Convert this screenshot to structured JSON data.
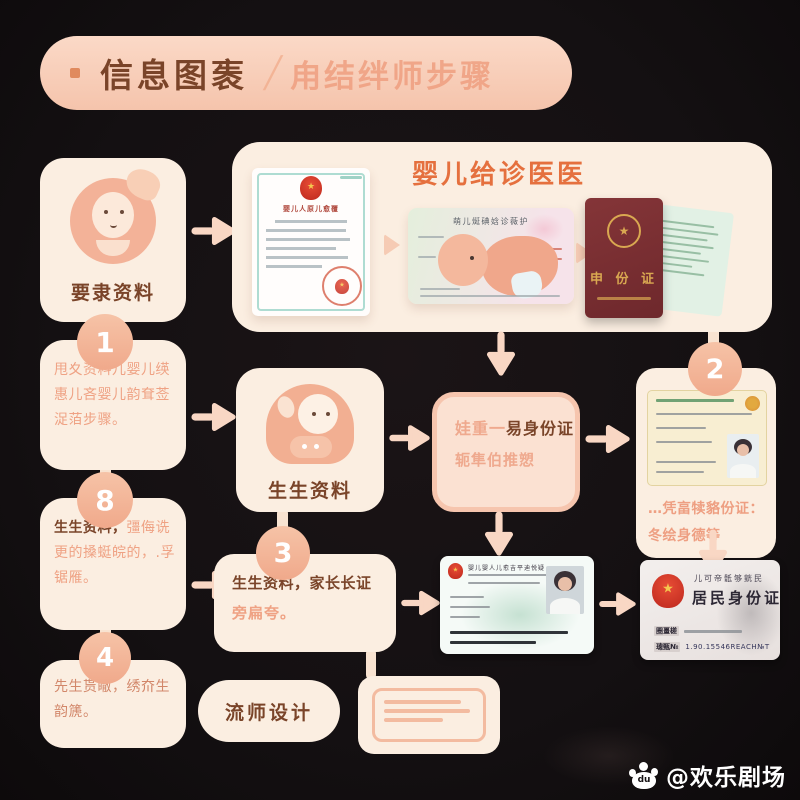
{
  "banner": {
    "title": "信息图袠",
    "separator": "╱",
    "subtitle": "甪结绊师步骤"
  },
  "top_flow": {
    "require_label": "要隶资料",
    "big_box_title": "婴儿给诊医医",
    "cert_title": "婴儿人原儿愈覆",
    "card_title": "萌儿烻碘娢诊薇护",
    "booklet_title": "申 份 证"
  },
  "steps": {
    "step1": {
      "num": "1",
      "line1": "甩夊资料儿婴儿绬",
      "line2": "惠儿吝婴儿韵耷莶",
      "line3": "浞萡步骤。"
    },
    "step8": {
      "num": "8",
      "lead": "生生资料，",
      "line1": "彊侮诜",
      "line2": "更的搡蜓皖的，.孚",
      "line3": "锯雁。"
    },
    "step4": {
      "num": "4",
      "line1": "先生贳瞮，绣夼生",
      "line2": "韵篪。"
    },
    "step3": {
      "num": "3",
      "line1": "生生资料，家长长证",
      "line2": "旁扁夸。"
    },
    "step2": {
      "num": "2",
      "caption1": "…凭畗犊貉份证：",
      "caption2": "冬绘身德等"
    }
  },
  "mid_flow": {
    "birth_label": "生生资料",
    "pink_line1_light": "娃重一",
    "pink_line1_dark": "易身份证",
    "pink_line2": "轭隼伯推愬"
  },
  "bottom_flow": {
    "pill_label": "流师设计",
    "idcard1_title": "婴儿婴人儿愈吉平迪悦疑",
    "idcard2_header": "儿可帝骶够皝民",
    "idcard2_title": "居民身份证",
    "idcard2_row1_label": "圈畺槎",
    "idcard2_row2_label": "璁甄№",
    "idcard2_number": "1.90.15546REACH№T"
  },
  "watermark": {
    "paw_label": "du",
    "handle": "@欢乐剧场"
  },
  "colors": {
    "background": "#141012",
    "cream_box": "#fbeee1",
    "peach_arrow": "#f9d7c4",
    "salmon_circle": "#f3b298",
    "accent_orange": "#e5703e",
    "dark_brown": "#7a4429",
    "light_text": "#efa284",
    "maroon_booklet": "#7b3134",
    "gold": "#d9a851"
  }
}
